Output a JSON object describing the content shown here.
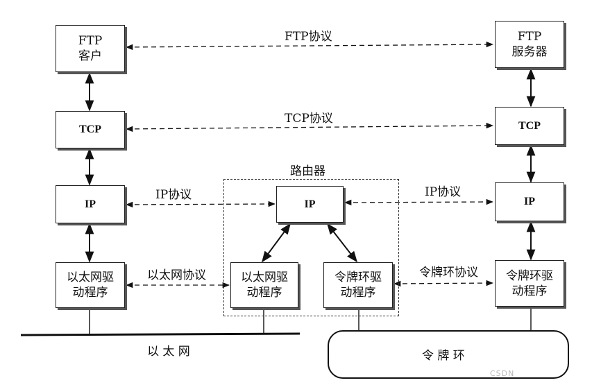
{
  "boxes": {
    "ftp_client": "FTP\n客户",
    "ftp_server": "FTP\n服务器",
    "tcp_left": "TCP",
    "tcp_right": "TCP",
    "ip_left": "IP",
    "ip_router": "IP",
    "ip_right": "IP",
    "eth_driver_left": "以太网驱\n动程序",
    "eth_driver_router": "以太网驱\n动程序",
    "token_driver_router": "令牌环驱\n动程序",
    "token_driver_right": "令牌环驱\n动程序"
  },
  "labels": {
    "ftp_protocol": "FTP协议",
    "tcp_protocol": "TCP协议",
    "ip_protocol_left": "IP协议",
    "ip_protocol_right": "IP协议",
    "ethernet_protocol": "以太网协议",
    "token_ring_protocol": "令牌环协议",
    "router": "路由器",
    "ethernet": "以 太 网",
    "token_ring": "令 牌 环"
  },
  "watermark": "CSDN"
}
